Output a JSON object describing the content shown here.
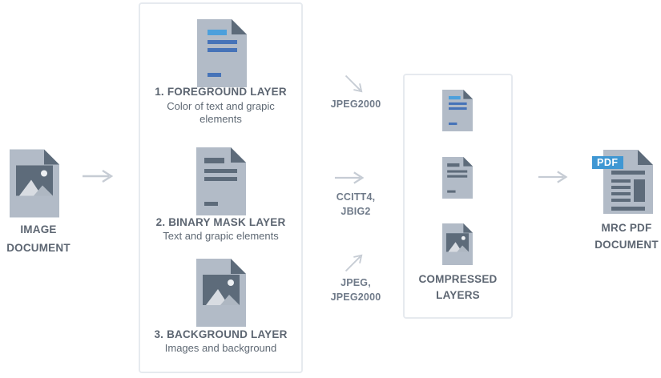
{
  "colors": {
    "icon_body": "#b2bbc7",
    "icon_dark": "#5d6b7a",
    "accent_blue_light": "#4da0dc",
    "accent_blue_dark": "#4673b8",
    "panel_border": "#e6eaef",
    "arrow": "#c6ccd4",
    "label_text": "#5d6672",
    "codec_text": "#6f7a89",
    "pdf_badge_bg": "#3f97d3",
    "pdf_badge_text": "#ffffff"
  },
  "source": {
    "icon": "image-document-icon",
    "label_line1": "IMAGE",
    "label_line2": "DOCUMENT"
  },
  "layers_panel": {
    "layers": [
      {
        "icon": "text-document-blue-icon",
        "title": "1. FOREGROUND LAYER",
        "subtitle": "Color of text and grapic elements"
      },
      {
        "icon": "text-document-gray-icon",
        "title": "2. BINARY MASK LAYER",
        "subtitle": "Text and grapic elements"
      },
      {
        "icon": "image-document-icon",
        "title": "3. BACKGROUND LAYER",
        "subtitle": "Images and background"
      }
    ]
  },
  "codecs": [
    {
      "arrow": "arrow-down-right",
      "line1": "JPEG2000",
      "line2": ""
    },
    {
      "arrow": "arrow-right",
      "line1": "CCITT4,",
      "line2": "JBIG2"
    },
    {
      "arrow": "arrow-up-right",
      "line1": "JPEG,",
      "line2": "JPEG2000"
    }
  ],
  "compressed_panel": {
    "icons": [
      "text-document-blue-icon",
      "text-document-gray-icon",
      "image-document-icon"
    ],
    "label_line1": "COMPRESSED",
    "label_line2": "LAYERS"
  },
  "output": {
    "icon": "pdf-document-icon",
    "badge": "PDF",
    "label_line1": "MRC PDF",
    "label_line2": "DOCUMENT"
  }
}
